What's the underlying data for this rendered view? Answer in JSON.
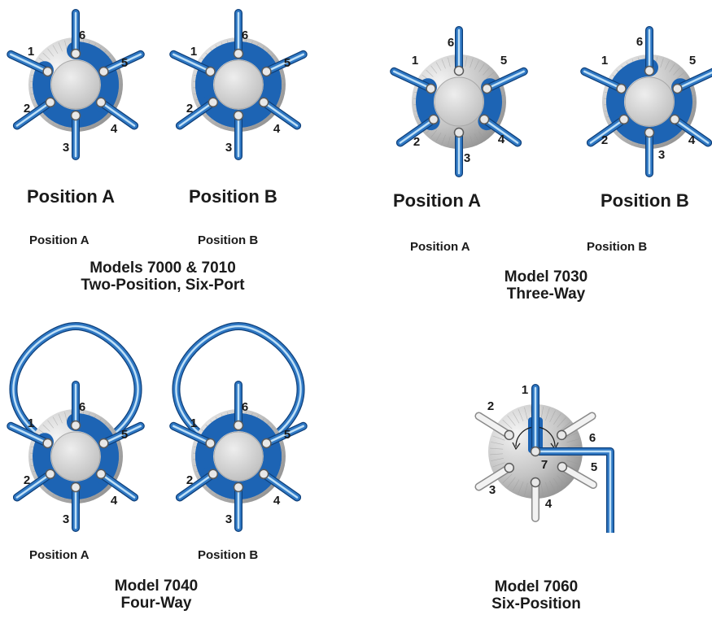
{
  "colors": {
    "tube_blue": "#2f78c4",
    "tube_highlight": "#bfe0f7",
    "rotor_groove": "#1d64b4",
    "body_gray": "#b0b0b0",
    "hub_gray": "#d0d0d0",
    "inactive_tube": "#f2f2f2"
  },
  "port_labels": [
    "1",
    "2",
    "3",
    "4",
    "5",
    "6",
    "7"
  ],
  "groups": {
    "g7000": {
      "big_labels": [
        "Position A",
        "Position B"
      ],
      "small_labels": [
        "Position A",
        "Position B"
      ],
      "model_line1": "Models 7000 & 7010",
      "model_line2": "Two-Position, Six-Port"
    },
    "g7030": {
      "big_labels": [
        "Position A",
        "Position B"
      ],
      "small_labels": [
        "Position A",
        "Position B"
      ],
      "model_line1": "Model 7030",
      "model_line2": "Three-Way"
    },
    "g7040": {
      "small_labels": [
        "Position A",
        "Position B"
      ],
      "model_line1": "Model 7040",
      "model_line2": "Four-Way"
    },
    "g7060": {
      "model_line1": "Model 7060",
      "model_line2": "Six-Position"
    }
  }
}
